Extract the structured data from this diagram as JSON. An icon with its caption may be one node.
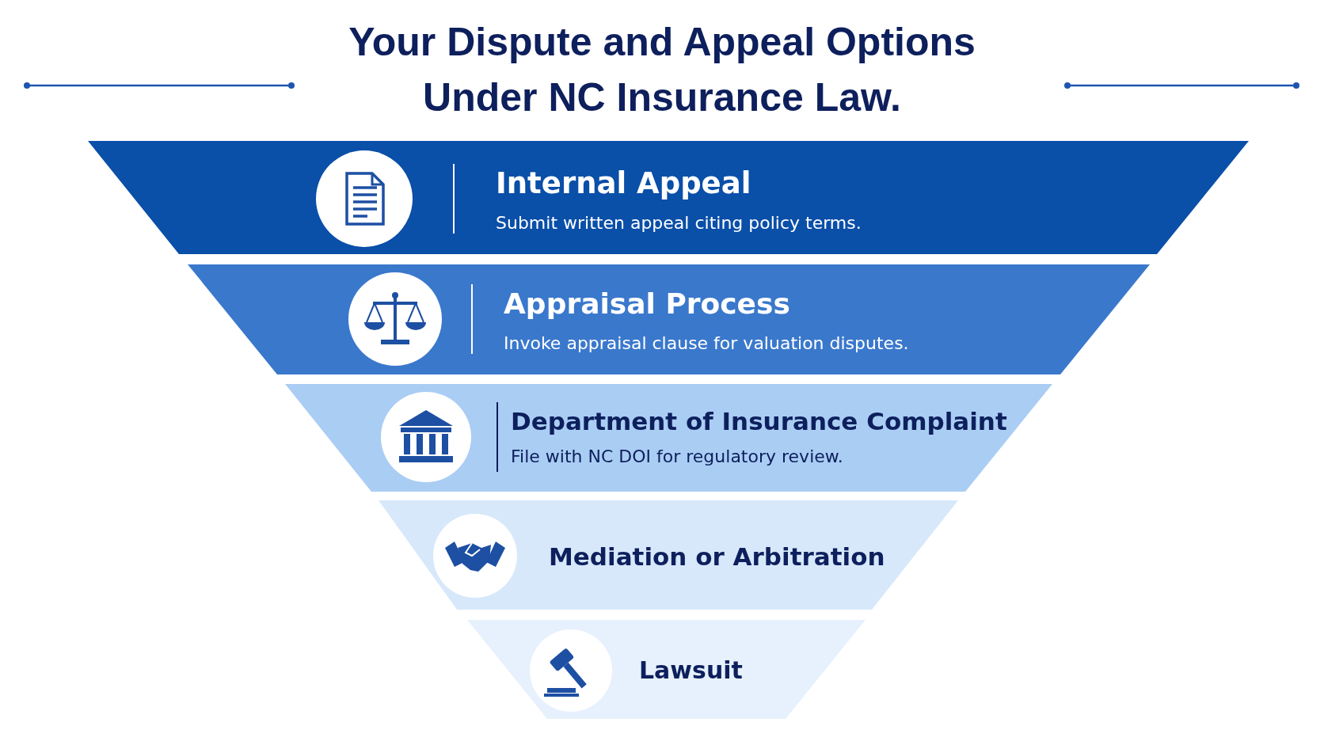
{
  "diagram": {
    "title": "Your Dispute and Appeal Options Under NC Insurance Law.",
    "nodes": [
      {
        "text": [
          "Internal Appeal",
          "Submit written appeal citing policy terms."
        ]
      },
      {
        "text": [
          "Appraisal Process",
          "Invoke appraisal clause for valuation disputes."
        ]
      },
      {
        "text": [
          "Department of Insurance Complaint",
          "File with NC DOI for regulatory review."
        ]
      },
      {
        "text": [
          "Mediation or Arbitration"
        ]
      },
      {
        "text": [
          "Lawsuit"
        ]
      }
    ],
    "edges": []
  }
}
